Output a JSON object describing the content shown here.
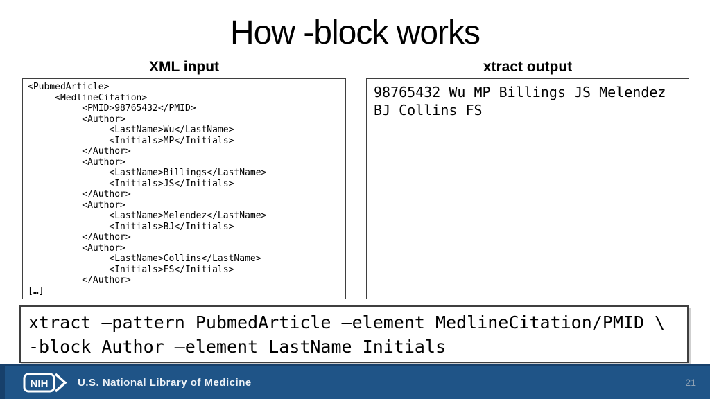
{
  "slide": {
    "title": "How -block works",
    "page_number": "21"
  },
  "panels": {
    "xml_input": {
      "label": "XML input",
      "code": "<PubmedArticle>\n     <MedlineCitation>\n          <PMID>98765432</PMID>\n          <Author>\n               <LastName>Wu</LastName>\n               <Initials>MP</Initials>\n          </Author>\n          <Author>\n               <LastName>Billings</LastName>\n               <Initials>JS</Initials>\n          </Author>\n          <Author>\n               <LastName>Melendez</LastName>\n               <Initials>BJ</Initials>\n          </Author>\n          <Author>\n               <LastName>Collins</LastName>\n               <Initials>FS</Initials>\n          </Author>\n[…]"
    },
    "xtract_output": {
      "label": "xtract output",
      "code": "98765432 Wu MP Billings JS Melendez\nBJ Collins FS"
    },
    "command": {
      "code": "xtract –pattern PubmedArticle –element MedlineCitation/PMID \\\n-block Author –element LastName Initials"
    }
  },
  "footer": {
    "logo_text": "NIH",
    "org_name": "U.S. National Library of Medicine"
  },
  "colors": {
    "footer_bar": "#1F5487",
    "footer_edge": "#17406B",
    "page_number": "#8FA1B3",
    "box_border": "#3F3F3F"
  }
}
